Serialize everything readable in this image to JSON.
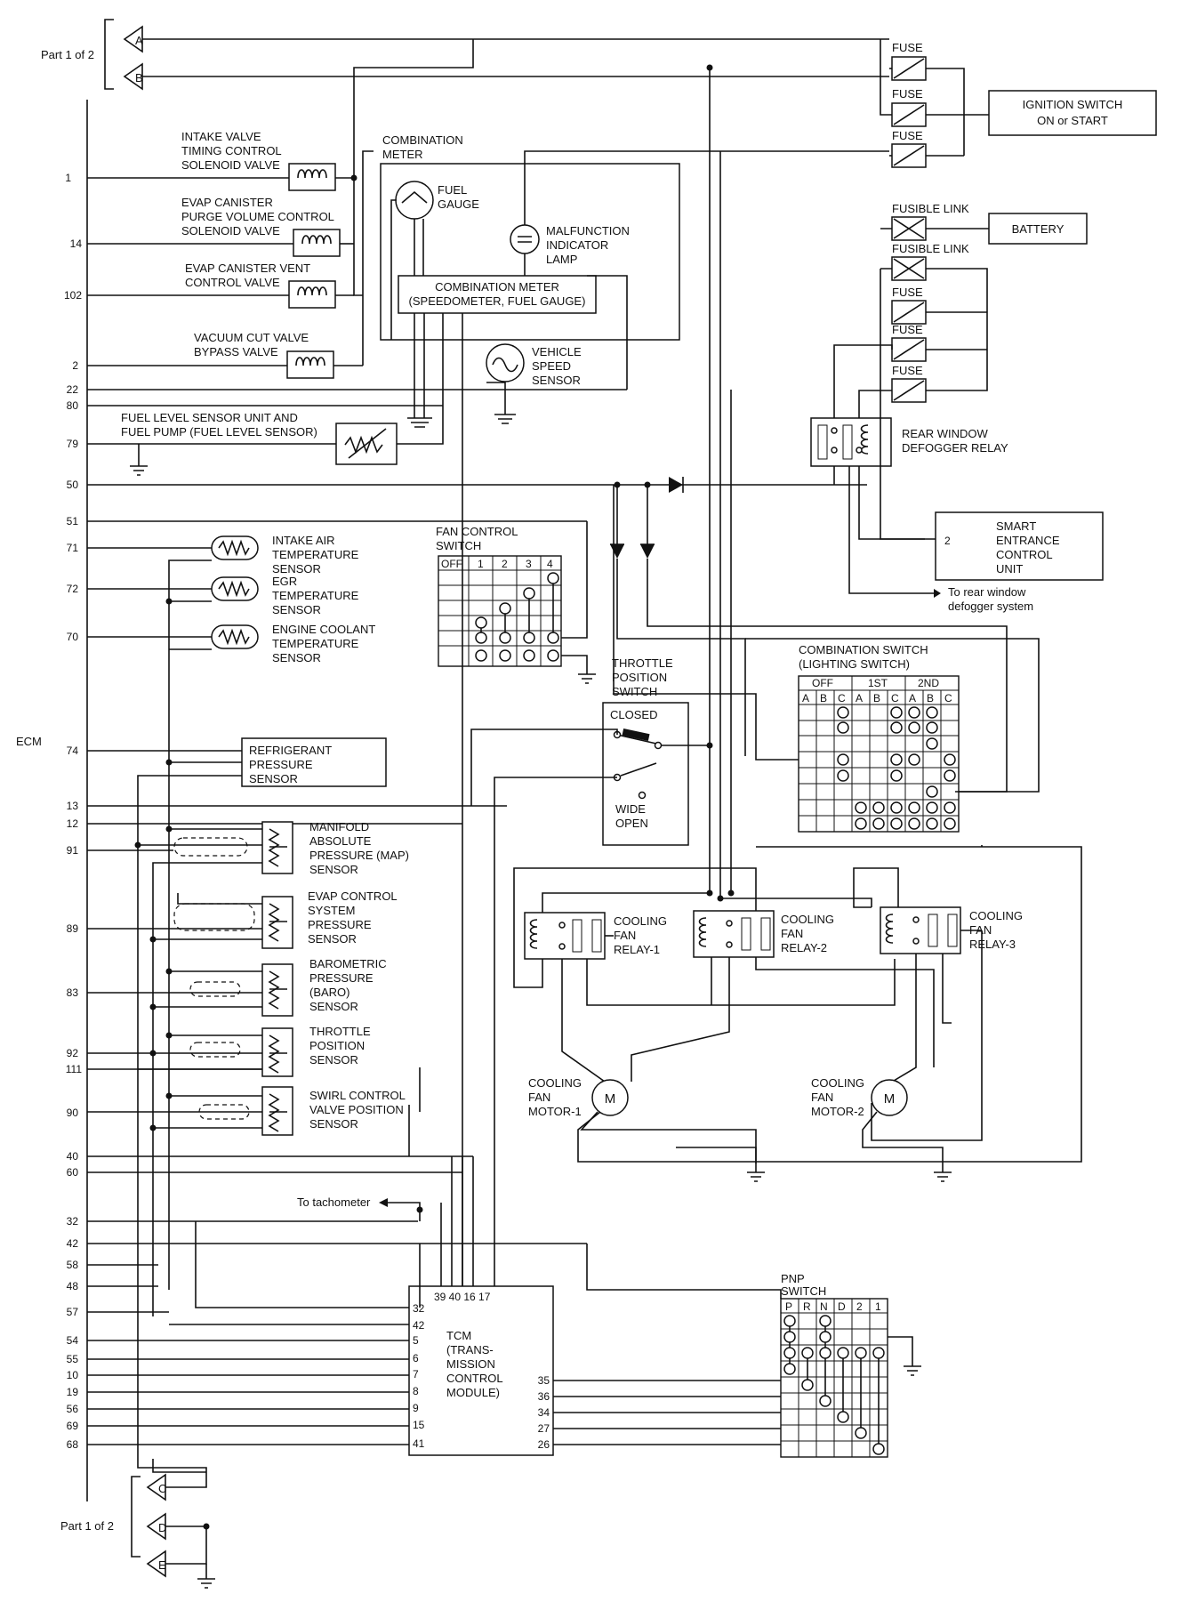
{
  "part_top": "Part 1 of 2",
  "part_bottom": "Part 1 of 2",
  "connectors": {
    "a": "A",
    "b": "B",
    "c": "C",
    "d": "D",
    "e": "E"
  },
  "ecm": {
    "label": "ECM",
    "pins": [
      "1",
      "14",
      "102",
      "2",
      "22",
      "80",
      "79",
      "50",
      "51",
      "71",
      "72",
      "70",
      "74",
      "13",
      "12",
      "91",
      "89",
      "83",
      "92",
      "111",
      "90",
      "40",
      "60",
      "32",
      "42",
      "58",
      "48",
      "57",
      "54",
      "55",
      "10",
      "19",
      "56",
      "69",
      "68"
    ]
  },
  "comp": {
    "ivtc": [
      "INTAKE VALVE",
      "TIMING CONTROL",
      "SOLENOID VALVE"
    ],
    "evap_purge": [
      "EVAP CANISTER",
      "PURGE VOLUME CONTROL",
      "SOLENOID VALVE"
    ],
    "evap_vent": [
      "EVAP CANISTER VENT",
      "CONTROL VALVE"
    ],
    "vacuum_cut": [
      "VACUUM CUT VALVE",
      "BYPASS VALVE"
    ],
    "fuel_level": [
      "FUEL LEVEL SENSOR UNIT AND",
      "FUEL PUMP (FUEL LEVEL SENSOR)"
    ],
    "combo_meter": [
      "COMBINATION",
      "METER"
    ],
    "fuel_gauge": [
      "FUEL",
      "GAUGE"
    ],
    "mil": [
      "MALFUNCTION",
      "INDICATOR",
      "LAMP"
    ],
    "meter_box": [
      "COMBINATION METER",
      "(SPEEDOMETER, FUEL GAUGE)"
    ],
    "vss": [
      "VEHICLE",
      "SPEED",
      "SENSOR"
    ],
    "fuse": "FUSE",
    "fusible_link": "FUSIBLE LINK",
    "ignition": [
      "IGNITION SWITCH",
      "ON or START"
    ],
    "battery": "BATTERY",
    "rear_relay": [
      "REAR WINDOW",
      "DEFOGGER RELAY"
    ],
    "smart": [
      "SMART",
      "ENTRANCE",
      "CONTROL",
      "UNIT"
    ],
    "smart_pin": "2",
    "to_rear": [
      "To rear window",
      "defogger system"
    ],
    "iat": [
      "INTAKE AIR",
      "TEMPERATURE",
      "SENSOR"
    ],
    "egr": [
      "EGR",
      "TEMPERATURE",
      "SENSOR"
    ],
    "ect": [
      "ENGINE COOLANT",
      "TEMPERATURE",
      "SENSOR"
    ],
    "fan_switch": [
      "FAN CONTROL",
      "SWITCH"
    ],
    "fan_switch_cols": [
      "OFF",
      "1",
      "2",
      "3",
      "4"
    ],
    "tps_switch": [
      "THROTTLE",
      "POSITION",
      "SWITCH"
    ],
    "closed": "CLOSED",
    "wide_open": [
      "WIDE",
      "OPEN"
    ],
    "combo_switch": [
      "COMBINATION SWITCH",
      "(LIGHTING SWITCH)"
    ],
    "combo_groups": [
      "OFF",
      "1ST",
      "2ND"
    ],
    "combo_cols": [
      "A",
      "B",
      "C",
      "A",
      "B",
      "C",
      "A",
      "B",
      "C"
    ],
    "refrig": [
      "REFRIGERANT",
      "PRESSURE",
      "SENSOR"
    ],
    "map": [
      "MANIFOLD",
      "ABSOLUTE",
      "PRESSURE (MAP)",
      "SENSOR"
    ],
    "evap_sys": [
      "EVAP CONTROL",
      "SYSTEM",
      "PRESSURE",
      "SENSOR"
    ],
    "baro": [
      "BAROMETRIC",
      "PRESSURE",
      "(BARO)",
      "SENSOR"
    ],
    "tps": [
      "THROTTLE",
      "POSITION",
      "SENSOR"
    ],
    "swirl": [
      "SWIRL CONTROL",
      "VALVE POSITION",
      "SENSOR"
    ],
    "relay1": [
      "COOLING",
      "FAN",
      "RELAY-1"
    ],
    "relay2": [
      "COOLING",
      "FAN",
      "RELAY-2"
    ],
    "relay3": [
      "COOLING",
      "FAN",
      "RELAY-3"
    ],
    "motor1": [
      "COOLING",
      "FAN",
      "MOTOR-1"
    ],
    "motor2": [
      "COOLING",
      "FAN",
      "MOTOR-2"
    ],
    "motor_symbol": "M",
    "to_tach": "To tachometer",
    "tcm": [
      "TCM",
      "(TRANS-",
      "MISSION",
      "CONTROL",
      "MODULE)"
    ],
    "tcm_top_pins": "39 40 16  17",
    "tcm_left_pins": [
      "32",
      "42",
      "5",
      "6",
      "7",
      "8",
      "9",
      "15",
      "41"
    ],
    "tcm_right_pins": [
      "35",
      "36",
      "34",
      "27",
      "26"
    ],
    "pnp": [
      "PNP",
      "SWITCH"
    ],
    "pnp_cols": [
      "P",
      "R",
      "N",
      "D",
      "2",
      "1"
    ]
  }
}
